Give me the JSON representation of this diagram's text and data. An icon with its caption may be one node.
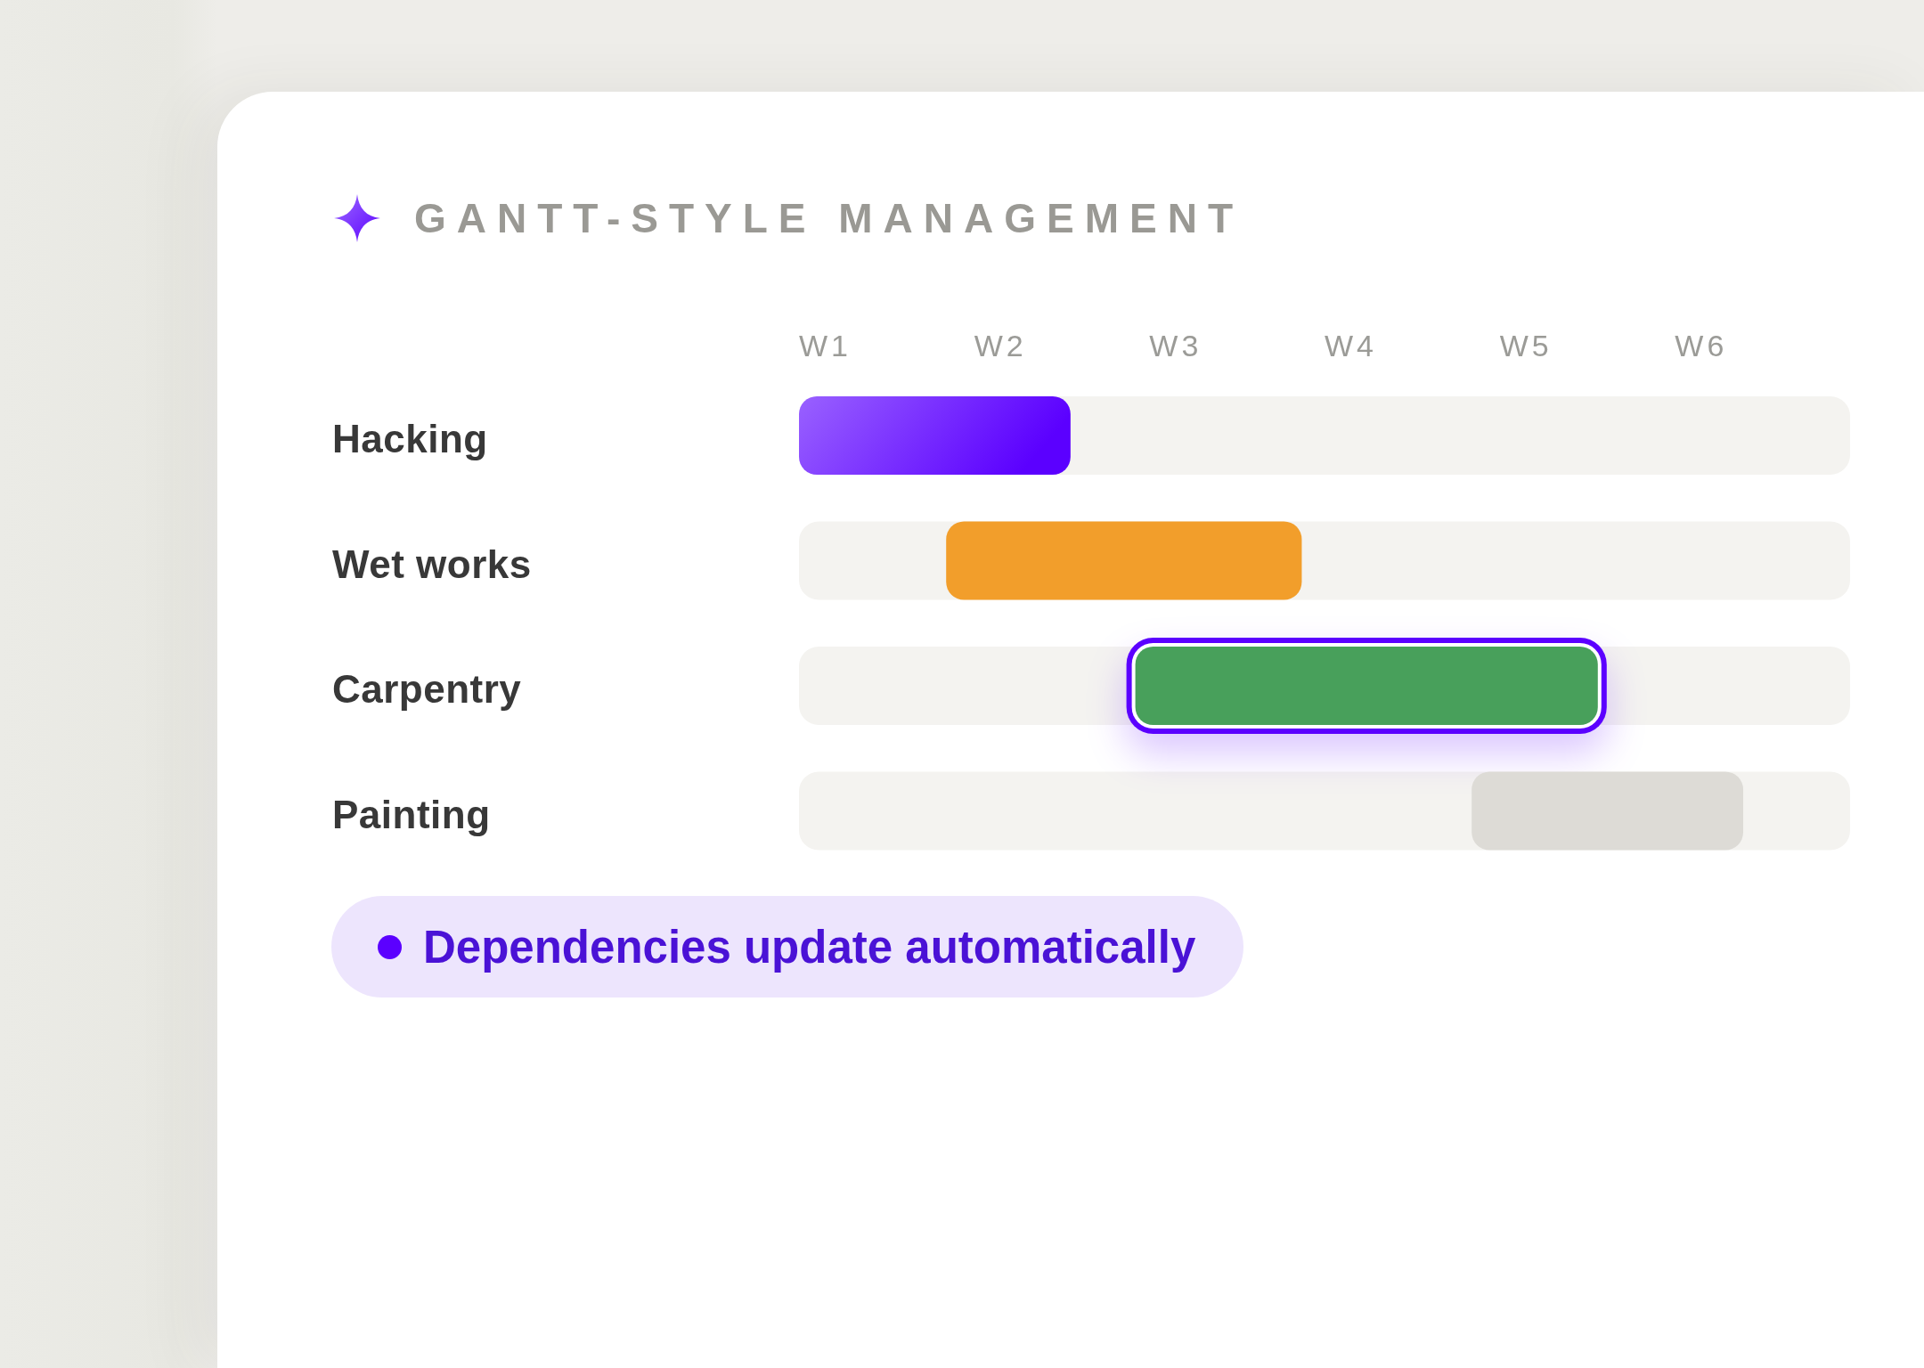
{
  "diagram": {
    "title": "GANTT-STYLE MANAGEMENT",
    "nodes": [
      {
        "text": [
          "Dependencies update automatically"
        ]
      }
    ],
    "labels": [
      "W1",
      "W2",
      "W3",
      "W4",
      "W5",
      "W6",
      "Hacking",
      "Wet works",
      "Carpentry",
      "Painting"
    ]
  }
}
